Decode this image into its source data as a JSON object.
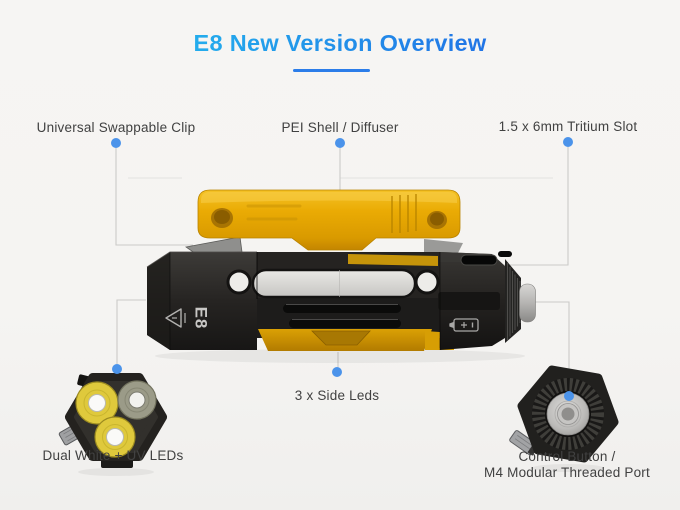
{
  "title": {
    "text": "E8 New Version Overview"
  },
  "callouts": {
    "clip": {
      "label": "Universal Swappable Clip"
    },
    "shell": {
      "label": "PEI Shell / Diffuser"
    },
    "tritium": {
      "label": "1.5 x 6mm Tritium Slot"
    },
    "side_leds": {
      "label": "3 x Side Leds"
    },
    "front_leds": {
      "label": "Dual White + UV LEDs"
    },
    "control": {
      "label_line1": "Control Button /",
      "label_line2": "M4 Modular Threaded Port"
    }
  },
  "product": {
    "model_marking": "E8",
    "icons": {
      "warning": "warning-triangle-icon",
      "battery": "battery-icon"
    }
  },
  "colors": {
    "background": "#f5f4f2",
    "label_text": "#414141",
    "connector": "#cbcac8",
    "guide_line": "#e3e2e0",
    "callout_dot": "#4b93ea",
    "title_gradient_start": "#24b7ee",
    "title_gradient_end": "#2069e4",
    "underline": "#2b7de9",
    "clip_yellow": "#e8a803",
    "body_black": "#242220",
    "led_yellow": "#dfc93c",
    "led_uv": "#9b9b88",
    "metal_silver": "#b5b4b2"
  }
}
